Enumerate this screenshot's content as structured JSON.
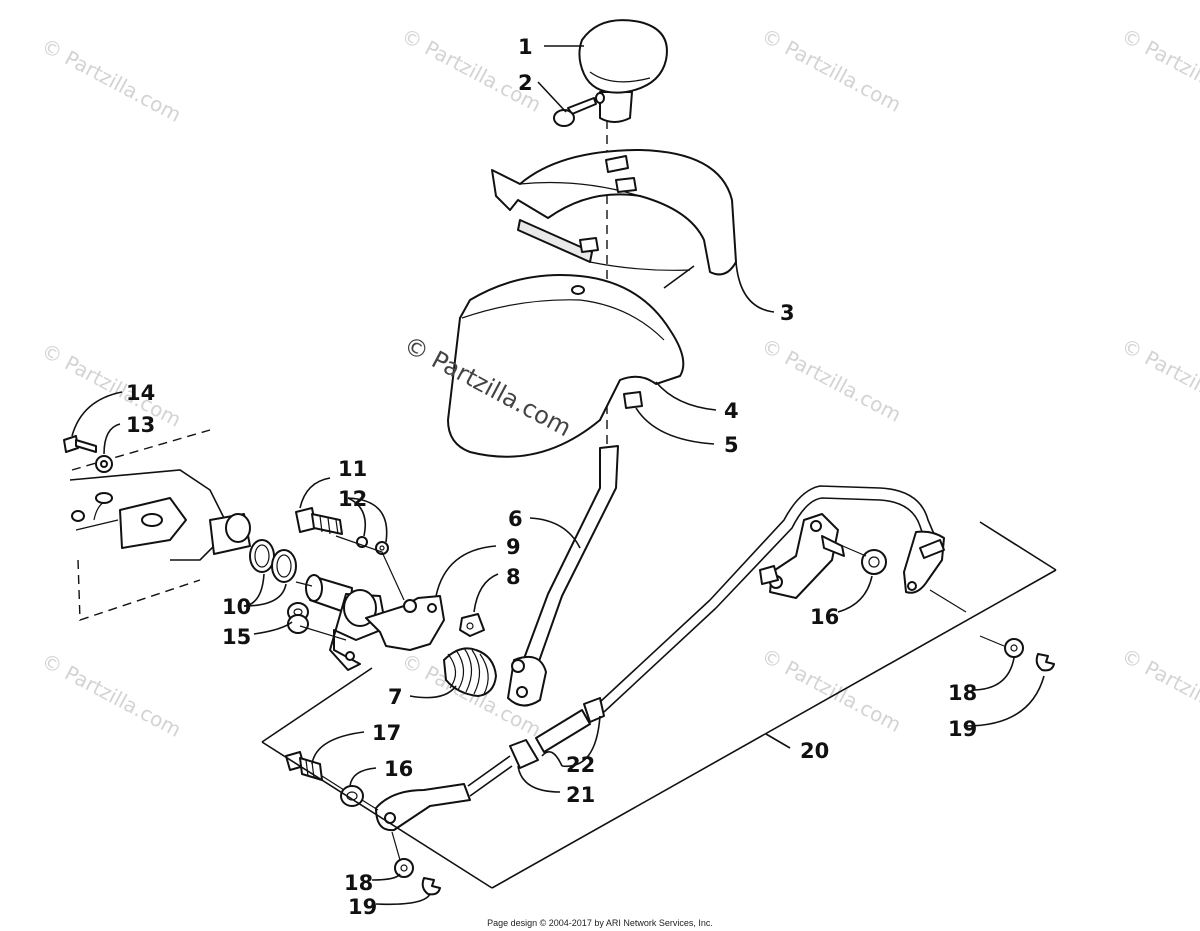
{
  "watermarks": [
    "© Partzilla.com",
    "© Partzilla.com",
    "© Partzilla.com",
    "© Partzilla.com",
    "© Partzilla.com",
    "© Partzilla.com",
    "© Partzilla.com",
    "© Partzilla.com",
    "© Partzilla.com",
    "© Partzilla.com",
    "© Partzilla.com"
  ],
  "center_watermark": "© Partzilla.com",
  "labels": {
    "l1": "1",
    "l2": "2",
    "l3": "3",
    "l4": "4",
    "l5": "5",
    "l6": "6",
    "l7": "7",
    "l8": "8",
    "l9": "9",
    "l10": "10",
    "l11": "11",
    "l12": "12",
    "l13": "13",
    "l14": "14",
    "l15": "15",
    "l16a": "16",
    "l16b": "16",
    "l17": "17",
    "l18a": "18",
    "l18b": "18",
    "l19a": "19",
    "l19b": "19",
    "l20": "20",
    "l21": "21",
    "l22": "22"
  },
  "footer": "Page design © 2004-2017 by ARI Network Services, Inc."
}
